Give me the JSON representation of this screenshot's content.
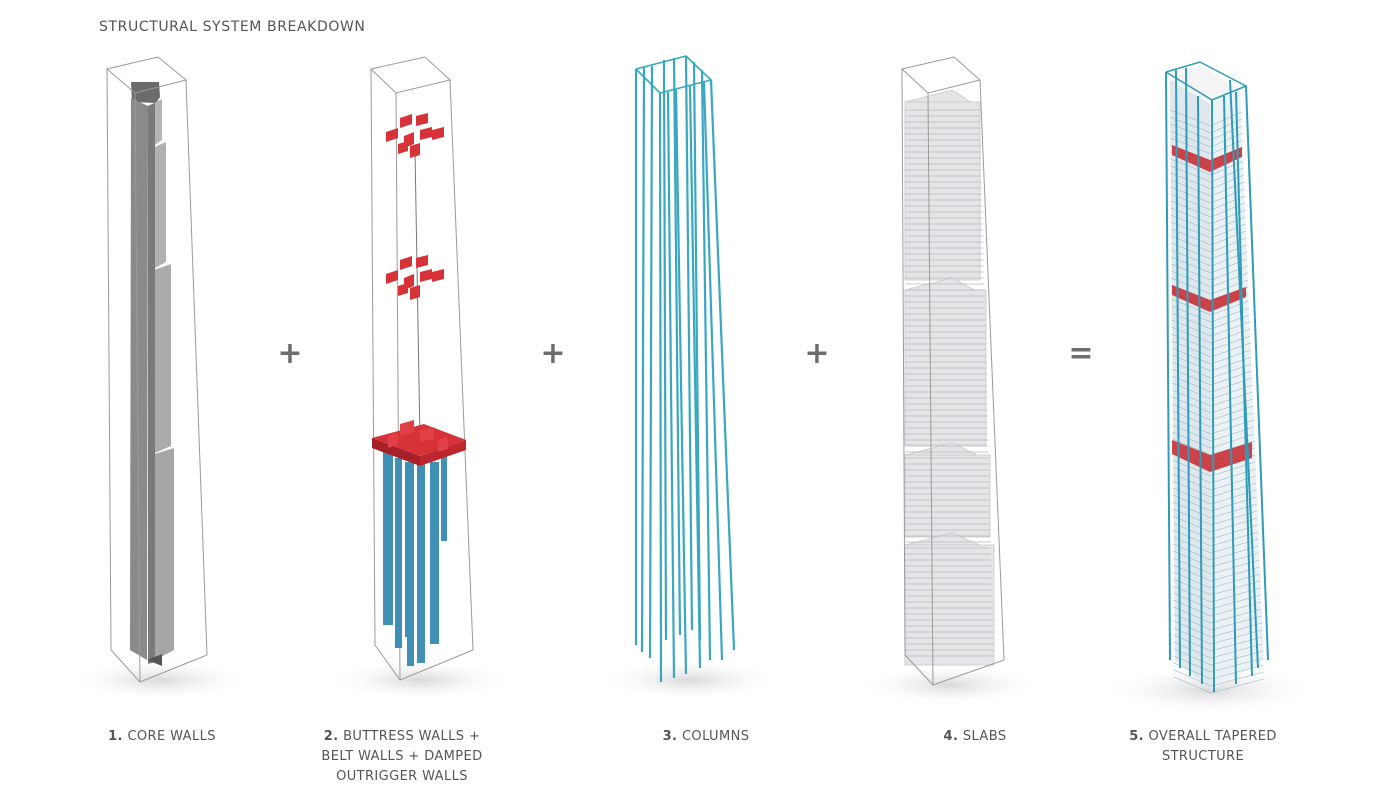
{
  "title": "STRUCTURAL SYSTEM BREAKDOWN",
  "operators": [
    "+",
    "+",
    "+",
    "="
  ],
  "captions": [
    {
      "num": "1.",
      "text": "CORE WALLS",
      "line2": ""
    },
    {
      "num": "2.",
      "text": "BUTTRESS WALLS +",
      "line2": "BELT WALLS + DAMPED",
      "line3": "OUTRIGGER WALLS"
    },
    {
      "num": "3.",
      "text": "COLUMNS",
      "line2": ""
    },
    {
      "num": "4.",
      "text": "SLABS",
      "line2": ""
    },
    {
      "num": "5.",
      "text": "OVERALL TAPERED",
      "line2": "STRUCTURE"
    }
  ],
  "colors": {
    "core": "#8f8f8f",
    "belt": "#d63238",
    "column": "#3aa7c0",
    "slab": "#e4e4e6",
    "outline": "#9a9a9a"
  }
}
